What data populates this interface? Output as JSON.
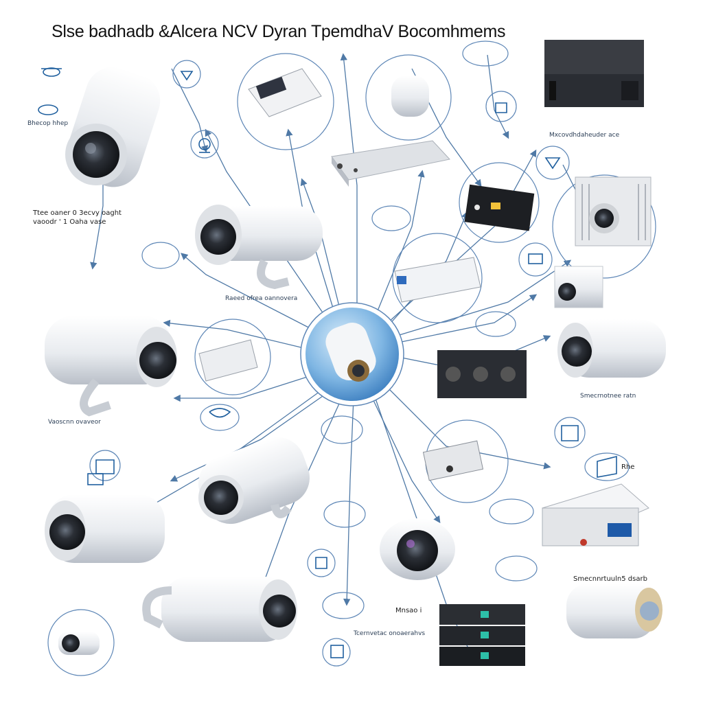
{
  "title": "Slse badhadb &Alcera  NCV  Dyran TpemdhaV Bocomhmems",
  "labels": {
    "top_left_badge": "Bhecop hhep",
    "left_block_line1": "Ttee oaner 0 3ecvy oaght",
    "left_block_line2": "vaoodr ' 1 Oaha vase",
    "mid_caption": "Raeed ofrea oannovera",
    "right_top_caption": "Mxcovdhdaheuder ace",
    "right_mid_caption": "Smecrnotnee ratn",
    "right_bubble_tag": "Rhe",
    "bottom_right_caption": "Smecnnrtuuln5 dsarb",
    "bottom_mid_tag": "Mnsao i",
    "bottom_center_caption": "Tcernvetac onoaerahvs",
    "bottom_left_caption": "Vaoscnn ovaveor"
  },
  "colors": {
    "connector": "#4f79a6",
    "bubble_stroke": "#5d86b6",
    "icon_blue": "#1f5f9e",
    "camera_body": "#eef0f3",
    "camera_shade": "#c3c8cf",
    "dark_box": "#2a2d33",
    "hub_fill": "#5d9fd8"
  },
  "icons": [
    "camera-icon",
    "server-icon",
    "router-icon",
    "lock-icon",
    "monitor-icon",
    "hand-icon",
    "gear-icon"
  ]
}
